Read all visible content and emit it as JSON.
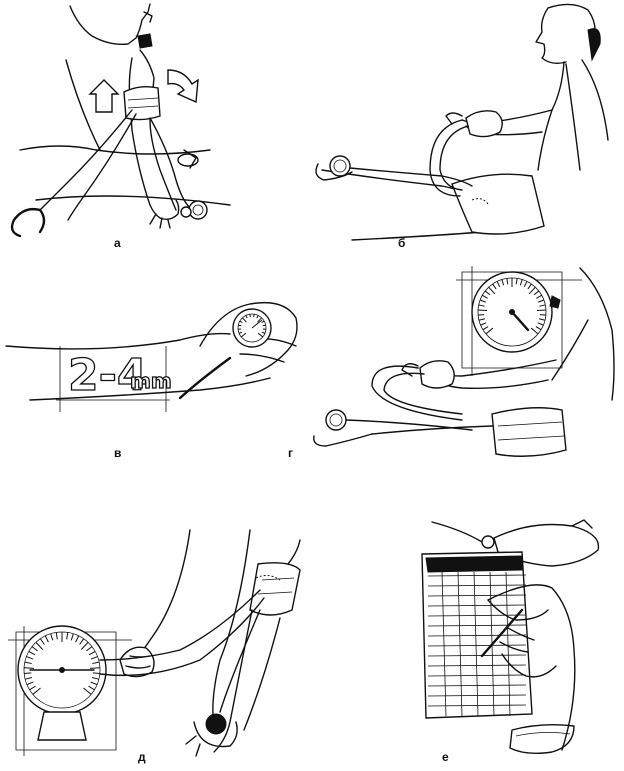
{
  "panels": [
    {
      "id": "a",
      "caption": "а"
    },
    {
      "id": "b",
      "caption": "б"
    },
    {
      "id": "v",
      "caption": "в"
    },
    {
      "id": "g",
      "caption": "г"
    },
    {
      "id": "d",
      "caption": "д"
    },
    {
      "id": "e",
      "caption": "е"
    }
  ],
  "annotations": {
    "cuff_gap": "2-4",
    "cuff_gap_unit": "mm"
  }
}
